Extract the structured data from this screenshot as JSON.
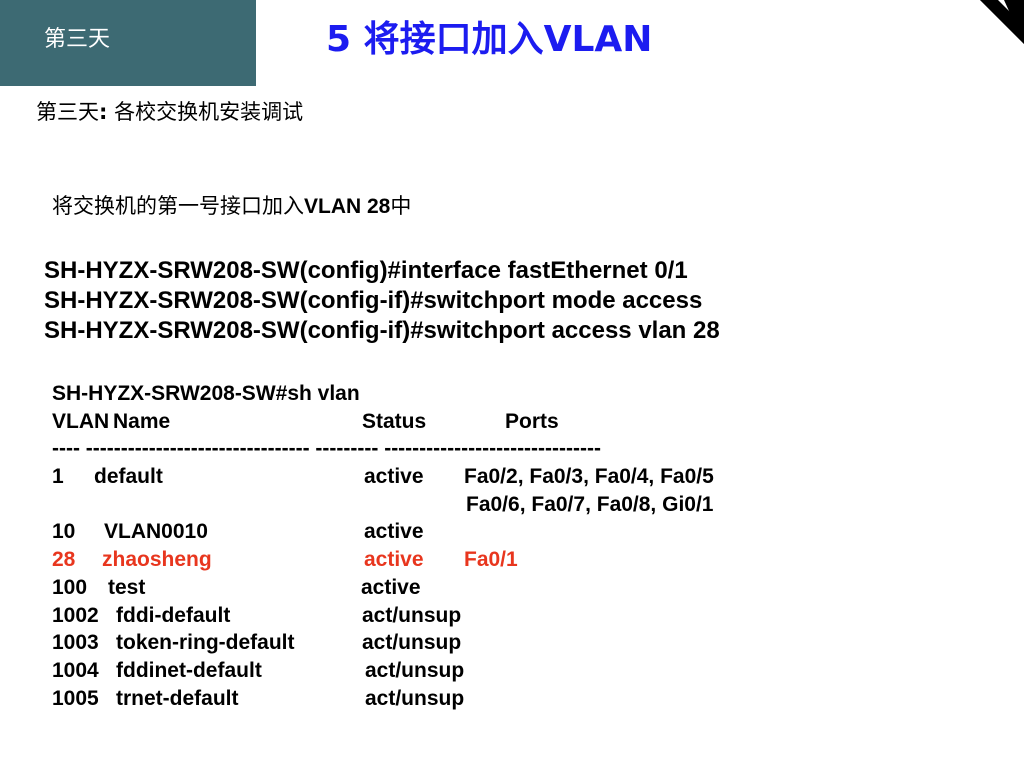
{
  "header": {
    "tab_label": "第三天",
    "title": "5 将接口加入VLAN"
  },
  "subtitle": {
    "prefix": "第三天",
    "colon": ":",
    "text": " 各校交换机安装调试"
  },
  "task": {
    "text_before": "将交换机的第一号接口加入",
    "bold": "VLAN 28",
    "text_after": "中"
  },
  "commands": [
    "SH-HYZX-SRW208-SW(config)#interface fastEthernet 0/1",
    "SH-HYZX-SRW208-SW(config-if)#switchport mode access",
    "SH-HYZX-SRW208-SW(config-if)#switchport access vlan 28"
  ],
  "vlan_output": {
    "prompt": "SH-HYZX-SRW208-SW#sh vlan",
    "headers": {
      "vlan": "VLAN",
      "name": "Name",
      "status": "Status",
      "ports": "Ports"
    },
    "separator": "---- -------------------------------- --------- -------------------------------",
    "rows": [
      {
        "id": "1",
        "name": "default",
        "status": "active",
        "ports": "Fa0/2, Fa0/3, Fa0/4, Fa0/5"
      },
      {
        "id": "",
        "name": "",
        "status": "",
        "ports": "Fa0/6, Fa0/7, Fa0/8, Gi0/1"
      },
      {
        "id": "10",
        "name": "VLAN0010",
        "status": "active",
        "ports": ""
      },
      {
        "id": "28",
        "name": "zhaosheng",
        "status": "active",
        "ports": "Fa0/1"
      },
      {
        "id": "100",
        "name": "test",
        "status": "active",
        "ports": ""
      },
      {
        "id": "1002",
        "name": "fddi-default",
        "status": "act/unsup",
        "ports": ""
      },
      {
        "id": "1003",
        "name": "token-ring-default",
        "status": "act/unsup",
        "ports": ""
      },
      {
        "id": "1004",
        "name": "fddinet-default",
        "status": "act/unsup",
        "ports": ""
      },
      {
        "id": "1005",
        "name": "trnet-default",
        "status": "act/unsup",
        "ports": ""
      }
    ]
  },
  "colors": {
    "tab_bg": "#3d6a73",
    "title": "#1c1cf0",
    "highlight": "#e8361e"
  }
}
